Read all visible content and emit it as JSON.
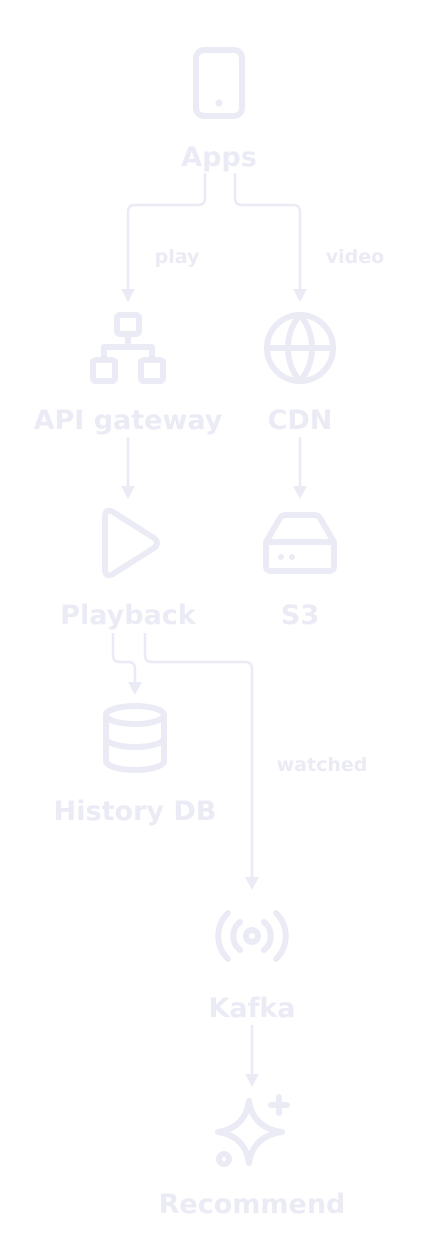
{
  "colors": {
    "background": "#ffffff",
    "foreground": "#ebebf5"
  },
  "nodes": {
    "apps": {
      "label": "Apps",
      "icon": "tablet-icon"
    },
    "api_gateway": {
      "label": "API gateway",
      "icon": "sitemap-icon"
    },
    "cdn": {
      "label": "CDN",
      "icon": "globe-icon"
    },
    "playback": {
      "label": "Playback",
      "icon": "play-icon"
    },
    "s3": {
      "label": "S3",
      "icon": "server-storage-icon"
    },
    "history_db": {
      "label": "History DB",
      "icon": "database-icon"
    },
    "kafka": {
      "label": "Kafka",
      "icon": "broadcast-icon"
    },
    "recommend": {
      "label": "Recommend",
      "icon": "sparkle-icon"
    }
  },
  "edges": [
    {
      "from": "apps",
      "to": "api_gateway",
      "label": "play"
    },
    {
      "from": "apps",
      "to": "cdn",
      "label": "video"
    },
    {
      "from": "api_gateway",
      "to": "playback",
      "label": ""
    },
    {
      "from": "cdn",
      "to": "s3",
      "label": ""
    },
    {
      "from": "playback",
      "to": "history_db",
      "label": ""
    },
    {
      "from": "playback",
      "to": "kafka",
      "label": "watched"
    },
    {
      "from": "kafka",
      "to": "recommend",
      "label": ""
    }
  ]
}
